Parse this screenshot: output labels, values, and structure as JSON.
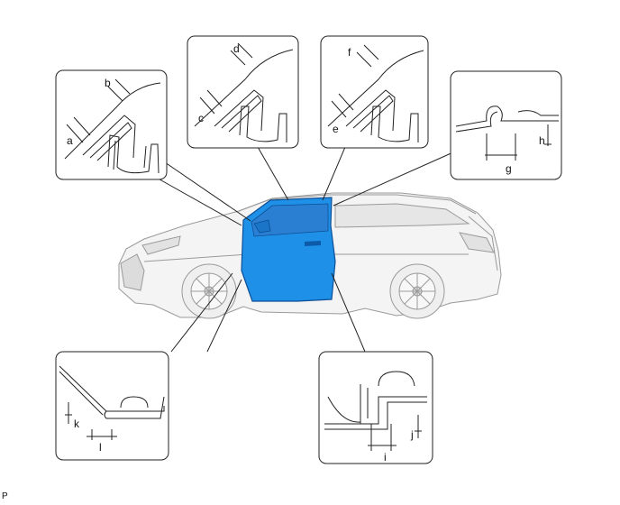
{
  "labels": {
    "a": "a",
    "b": "b",
    "c": "c",
    "d": "d",
    "e": "e",
    "f": "f",
    "g": "g",
    "h": "h",
    "i": "i",
    "j": "j",
    "k": "k",
    "l": "l"
  },
  "corner_code": "P",
  "colors": {
    "door_fill": "#1e90e8",
    "door_shadow": "#1565b8",
    "line": "#222222",
    "body_stroke": "#9a9a9a"
  }
}
